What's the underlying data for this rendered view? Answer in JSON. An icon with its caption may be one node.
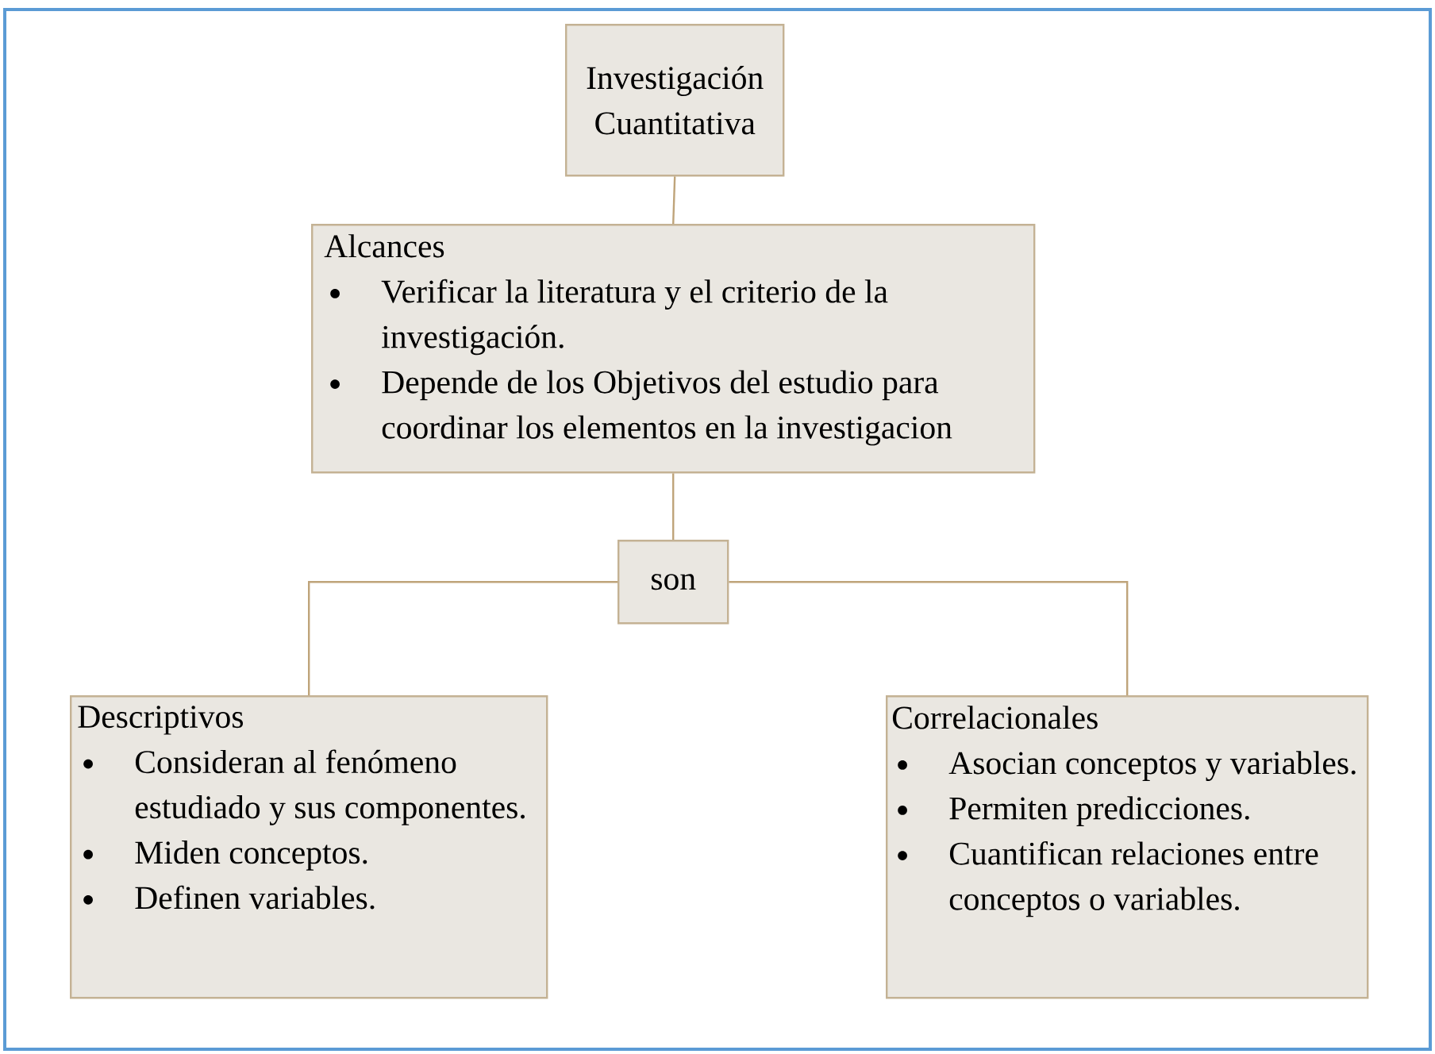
{
  "diagram": {
    "nodes": [
      {
        "text": [
          "Investigación Cuantitativa"
        ]
      },
      {
        "text": [
          "Alcances",
          "Verificar la literatura y el criterio de la investigación.",
          "Depende de los Objetivos del estudio para coordinar los elementos en la investigacion"
        ]
      },
      {
        "text": [
          "son"
        ]
      },
      {
        "text": [
          "Descriptivos",
          "Consideran al fenómeno estudiado y sus componentes.",
          "Miden conceptos.",
          "Definen variables."
        ]
      },
      {
        "text": [
          "Correlacionales",
          "Asocian conceptos y variables.",
          "Permiten predicciones.",
          "Cuantifican relaciones entre conceptos o variables."
        ]
      }
    ],
    "edges": [
      {
        "from": 0,
        "to": 1,
        "arrow": "none"
      },
      {
        "from": 1,
        "to": 2,
        "arrow": "none"
      },
      {
        "from": 2,
        "to": 3,
        "arrow": "none"
      },
      {
        "from": 2,
        "to": 4,
        "arrow": "none"
      }
    ]
  }
}
